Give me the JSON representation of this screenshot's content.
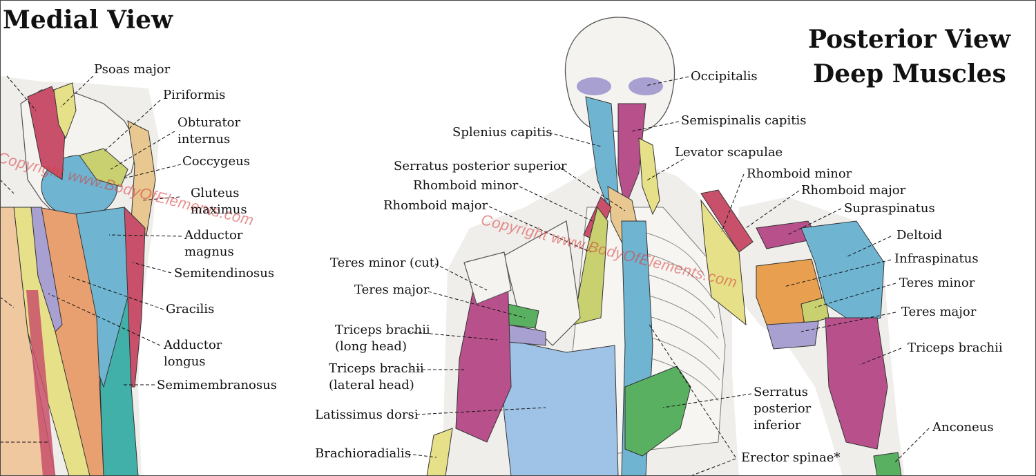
{
  "headings": {
    "medial": "Medial View",
    "posterior_line1": "Posterior View",
    "posterior_line2": "Deep Muscles"
  },
  "watermark": "Copyright www.BodyOfElements.com",
  "colors": {
    "red": "#c8506a",
    "pink": "#c878a8",
    "magenta": "#b8508c",
    "blue": "#6fb5d2",
    "lightblue": "#9ec3e6",
    "yellow": "#e6e088",
    "olive": "#c8d070",
    "orange": "#e8a050",
    "peach": "#f0c8a0",
    "tan": "#e8c890",
    "green": "#58b060",
    "teal": "#40b0a8",
    "lavender": "#a8a0d0",
    "bone": "#efeeeb",
    "watermark": "#d83a3a"
  },
  "medial_labels": {
    "psoas_major": "Psoas major",
    "piriformis": "Piriformis",
    "obturator_internus_1": "Obturator",
    "obturator_internus_2": "internus",
    "coccygeus": "Coccygeus",
    "gluteus_maximus_1": "Gluteus",
    "gluteus_maximus_2": "maximus",
    "adductor_magnus_1": "Adductor",
    "adductor_magnus_2": "magnus",
    "semitendinosus": "Semitendinosus",
    "gracilis": "Gracilis",
    "adductor_longus_1": "Adductor",
    "adductor_longus_2": "longus",
    "semimembranosus": "Semimembranosus"
  },
  "posterior_labels": {
    "occipitalis": "Occipitalis",
    "semispinalis_capitis": "Semispinalis capitis",
    "splenius_capitis": "Splenius capitis",
    "levator_scapulae": "Levator scapulae",
    "serratus_posterior_superior": "Serratus posterior superior",
    "rhomboid_minor_left": "Rhomboid minor",
    "rhomboid_major_left": "Rhomboid major",
    "rhomboid_minor_right": "Rhomboid minor",
    "rhomboid_major_right": "Rhomboid major",
    "supraspinatus": "Supraspinatus",
    "deltoid": "Deltoid",
    "infraspinatus": "Infraspinatus",
    "teres_minor_cut": "Teres minor (cut)",
    "teres_minor": "Teres minor",
    "teres_major_left": "Teres major",
    "teres_major_right": "Teres major",
    "triceps_long_1": "Triceps brachii",
    "triceps_long_2": "(long head)",
    "triceps_lateral_1": "Triceps brachii",
    "triceps_lateral_2": "(lateral head)",
    "triceps_right": "Triceps brachii",
    "latissimus_dorsi": "Latissimus dorsi",
    "serratus_posterior_inferior_1": "Serratus",
    "serratus_posterior_inferior_2": "posterior",
    "serratus_posterior_inferior_3": "inferior",
    "brachioradialis": "Brachioradialis",
    "erector_spinae": "Erector spinae*",
    "anconeus": "Anconeus"
  }
}
